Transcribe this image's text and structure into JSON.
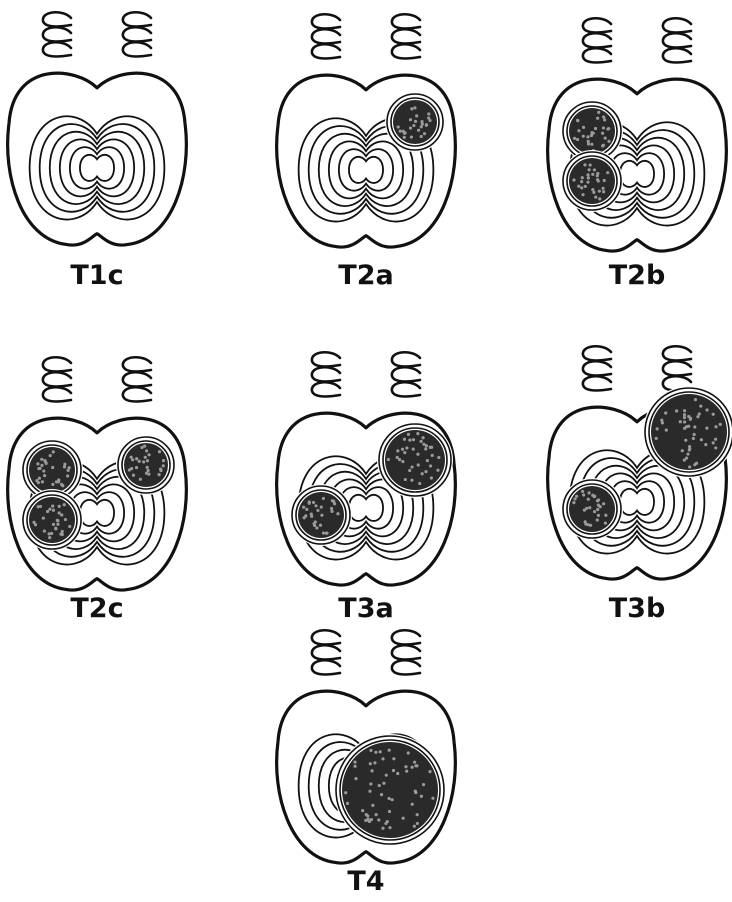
{
  "stages": [
    {
      "label": "T1c",
      "tumors": []
    },
    {
      "label": "T2a",
      "tumors": [
        {
          "side": "right-upper",
          "size": "small"
        }
      ]
    },
    {
      "label": "T2b",
      "tumors": [
        {
          "side": "left-upper",
          "size": "small"
        },
        {
          "side": "left-lower",
          "size": "small"
        }
      ]
    },
    {
      "label": "T2c",
      "tumors": [
        {
          "side": "left-upper",
          "size": "small"
        },
        {
          "side": "left-lower",
          "size": "small"
        },
        {
          "side": "right-upper",
          "size": "small"
        }
      ]
    },
    {
      "label": "T3a",
      "tumors": [
        {
          "side": "right-upper",
          "size": "large"
        },
        {
          "side": "left-lower",
          "size": "small"
        }
      ]
    },
    {
      "label": "T3b",
      "tumors": [
        {
          "side": "right-upper-extending",
          "size": "large"
        },
        {
          "side": "left-lower",
          "size": "small"
        }
      ]
    },
    {
      "label": "T4",
      "tumors": [
        {
          "side": "central-lower",
          "size": "large"
        }
      ]
    }
  ],
  "colors": {
    "ink": "#111111",
    "tumor": "#2a2a2a",
    "background": "#ffffff"
  }
}
